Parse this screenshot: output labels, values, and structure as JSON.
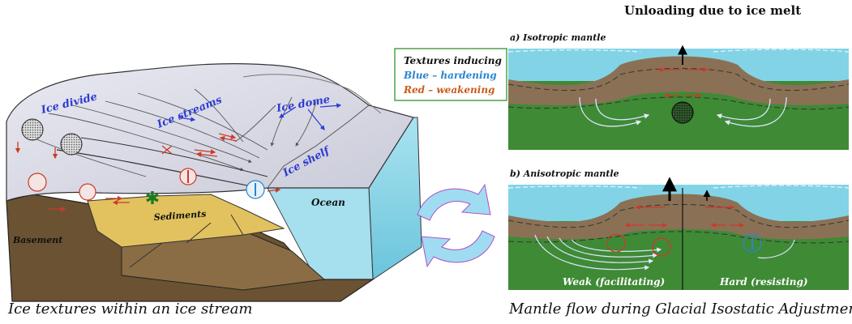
{
  "colors": {
    "ice_surface": "#d9dae6",
    "ice_blue_label": "#2d3bd1",
    "ocean": "#82d3e6",
    "mantle": "#3f8a35",
    "crust": "#8a7155",
    "sediment": "#e2c25e",
    "basement": "#6b5232",
    "hardening": "#2a86cf",
    "weakening": "#cc3a2a",
    "legend_border": "#4aa34a",
    "cycle_arrow": "#9fdcf2"
  },
  "left_panel": {
    "labels": {
      "ice_divide": "Ice divide",
      "ice_streams": "Ice streams",
      "ice_dome": "Ice dome",
      "ice_shelf": "Ice shelf",
      "ocean": "Ocean",
      "sediments": "Sediments",
      "basement": "Basement"
    },
    "caption": "Ice textures within an ice stream"
  },
  "legend": {
    "title": "Textures inducing",
    "blue": "Blue – hardening",
    "red": "Red – weakening"
  },
  "right_panel": {
    "title": "Unloading due to ice melt",
    "panel_a": "a)  Isotropic mantle",
    "panel_b": "b) Anisotropic mantle",
    "weak_label": "Weak (facilitating)",
    "hard_label": "Hard (resisting)",
    "caption": "Mantle flow during Glacial Isostatic Adjustment"
  },
  "cycle_arrows": {
    "icon": "recycle-arrows-icon"
  }
}
